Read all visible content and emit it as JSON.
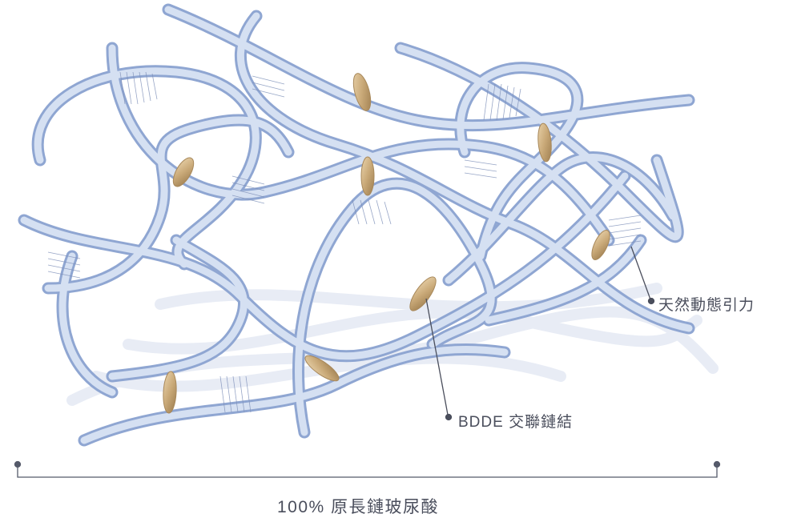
{
  "labels": {
    "natural_attraction": "天然動態引力",
    "bdde_crosslink": "BDDE 交聯鏈結",
    "scale_caption": "100% 原長鏈玻尿酸"
  },
  "colors": {
    "ribbon_light": "#d9e3f3",
    "ribbon_mid": "#a9bde0",
    "ribbon_dark": "#7f98c8",
    "crosslinker": "#c9a978",
    "crosslinker_dark": "#9c7c4e",
    "leader_line": "#4a4e5c",
    "text": "#4a4e5c"
  }
}
